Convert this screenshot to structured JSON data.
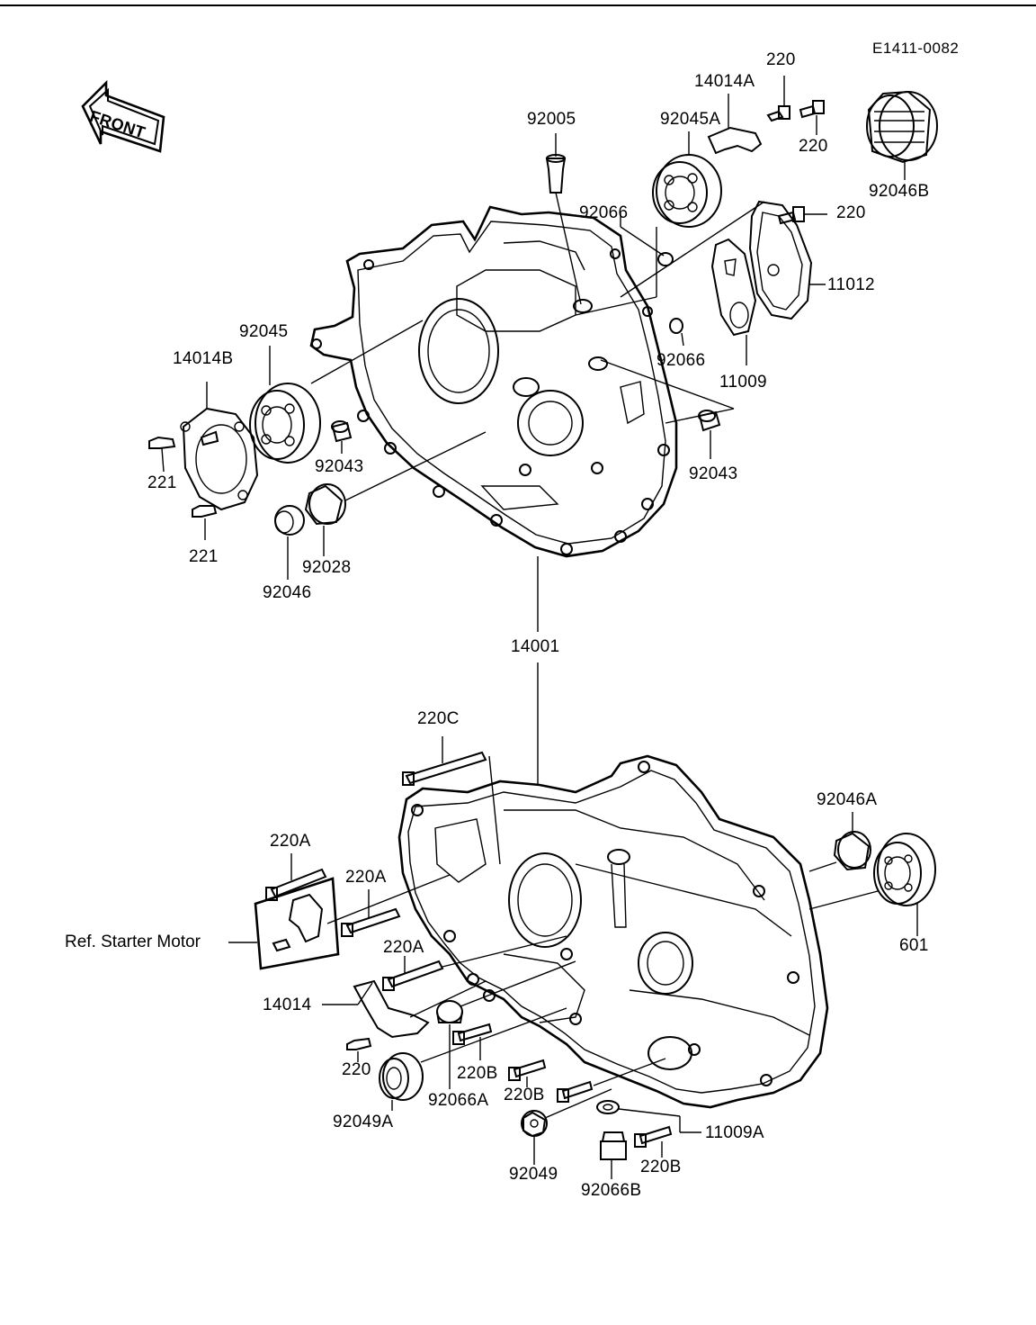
{
  "diagram_code": "E1411-0082",
  "front_arrow": "FRONT",
  "ref_note": "Ref. Starter Motor",
  "parts": {
    "p220_top1": "220",
    "p220_top2": "220",
    "p220_right": "220",
    "p14014A": "14014A",
    "p92046B": "92046B",
    "p92005": "92005",
    "p92045A": "92045A",
    "p92066_a": "92066",
    "p92066_b": "92066",
    "p11012": "11012",
    "p11009": "11009",
    "p92045": "92045",
    "p14014B": "14014B",
    "p221_a": "221",
    "p221_b": "221",
    "p92043_a": "92043",
    "p92043_b": "92043",
    "p92028": "92028",
    "p92046": "92046",
    "p14001": "14001",
    "p220C": "220C",
    "p220A_a": "220A",
    "p220A_b": "220A",
    "p220A_c": "220A",
    "p92046A": "92046A",
    "p601": "601",
    "p14014": "14014",
    "p220_low": "220",
    "p92049A": "92049A",
    "p92066A": "92066A",
    "p220B_a": "220B",
    "p220B_b": "220B",
    "p220B_c": "220B",
    "p11009A": "11009A",
    "p92049": "92049",
    "p92066B": "92066B"
  }
}
